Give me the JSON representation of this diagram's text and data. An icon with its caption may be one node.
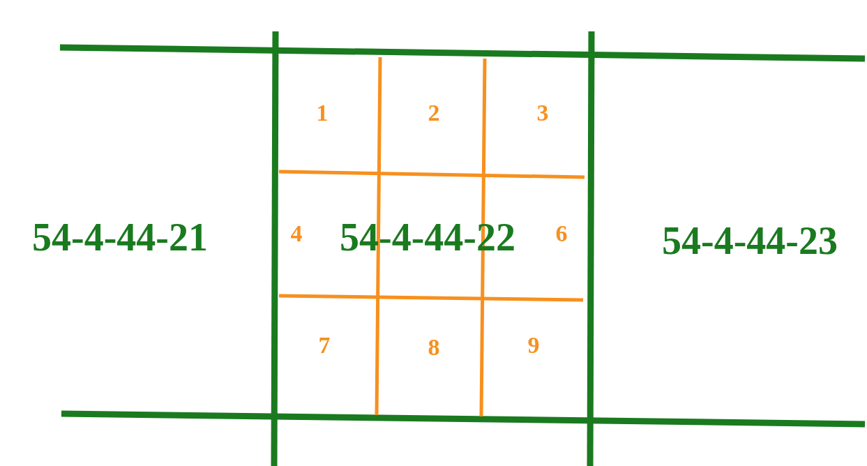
{
  "diagram": {
    "labels": [
      "1",
      "2",
      "3",
      "54-4-44-21",
      "4",
      "54-4-44-22",
      "6",
      "54-4-44-23",
      "7",
      "8",
      "9"
    ]
  }
}
